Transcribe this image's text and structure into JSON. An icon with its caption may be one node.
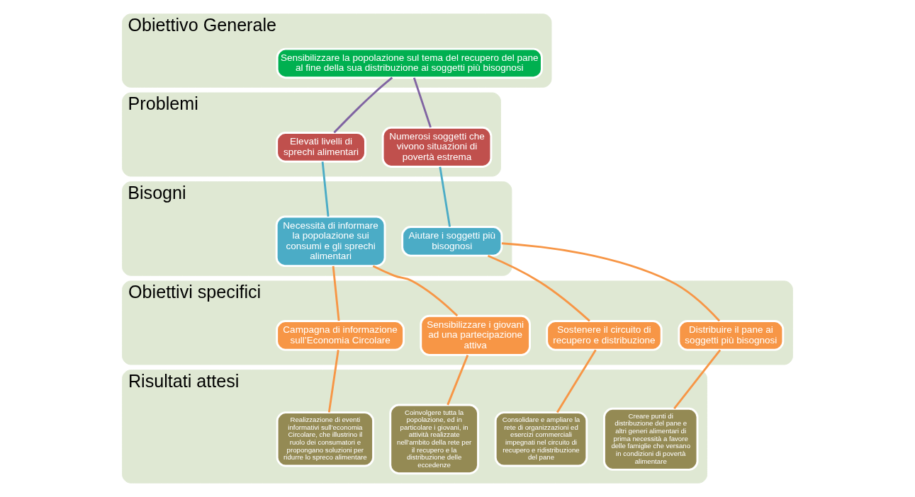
{
  "diagram": {
    "nodes": [
      {
        "text": [
          "Obiettivo Generale"
        ]
      },
      {
        "text": [
          "Sensibilizzare la popolazione sul tema del recupero del pane al fine della sua distribuzione ai soggetti più bisognosi"
        ],
        "in": 0
      },
      {
        "text": [
          "Problemi"
        ]
      },
      {
        "text": [
          "Elevati livelli di sprechi alimentari"
        ],
        "in": 2
      },
      {
        "text": [
          "Numerosi soggetti che vivono situazioni di povertà estrema"
        ],
        "in": 2
      },
      {
        "text": [
          "Bisogni"
        ]
      },
      {
        "text": [
          "Necessità di informare la popolazione sui consumi e gli sprechi alimentari"
        ],
        "in": 5
      },
      {
        "text": [
          "Aiutare i soggetti più bisognosi"
        ],
        "in": 5
      },
      {
        "text": [
          "Obiettivi specifici"
        ]
      },
      {
        "text": [
          "Campagna di informazione sull’Economia Circolare"
        ],
        "in": 8
      },
      {
        "text": [
          "Sensibilizzare i giovani ad una partecipazione attiva"
        ],
        "in": 8
      },
      {
        "text": [
          "Sostenere il circuito di recupero e distribuzione"
        ],
        "in": 8
      },
      {
        "text": [
          "Distribuire il pane ai soggetti più bisognosi"
        ],
        "in": 8
      },
      {
        "text": [
          "Risultati attesi"
        ]
      },
      {
        "text": [
          "Realizzazione di eventi informativi sull’economia Circolare, che illustrino il ruolo dei consumatori e propongano soluzioni per ridurre lo spreco alimentare"
        ],
        "in": 13
      },
      {
        "text": [
          "Coinvolgere tutta la popolazione, ed in particolare i giovani, in attività realizzate nell’ambito della rete per il recupero e la distribuzione delle eccedenze"
        ],
        "in": 13
      },
      {
        "text": [
          "Consolidare e ampliare la rete di organizzazioni ed esercizi commerciali impegnati nel circuito di recupero e ridistribuzione del pane"
        ],
        "in": 13
      },
      {
        "text": [
          "Creare punti di distribuzione del pane e altri generi alimentari di prima necessità a favore delle famiglie che versano in condizioni di povertà alimentare"
        ],
        "in": 13
      }
    ],
    "edges": [
      {
        "from": 1,
        "to": 3,
        "arrow": "none",
        "color": "#8064a2"
      },
      {
        "from": 1,
        "to": 4,
        "arrow": "none",
        "color": "#8064a2"
      },
      {
        "from": 3,
        "to": 6,
        "arrow": "none",
        "color": "#4bacc6"
      },
      {
        "from": 4,
        "to": 7,
        "arrow": "none",
        "color": "#4bacc6"
      },
      {
        "from": 6,
        "to": 9,
        "arrow": "none"
      },
      {
        "from": 6,
        "to": 10,
        "arrow": "none"
      },
      {
        "from": 7,
        "to": 11,
        "arrow": "none"
      },
      {
        "from": 7,
        "to": 12,
        "arrow": "none"
      },
      {
        "from": 9,
        "to": 14,
        "arrow": "none"
      },
      {
        "from": 10,
        "to": 15,
        "arrow": "none"
      },
      {
        "from": 11,
        "to": 16,
        "arrow": "none"
      },
      {
        "from": 12,
        "to": 17,
        "arrow": "none"
      }
    ]
  }
}
